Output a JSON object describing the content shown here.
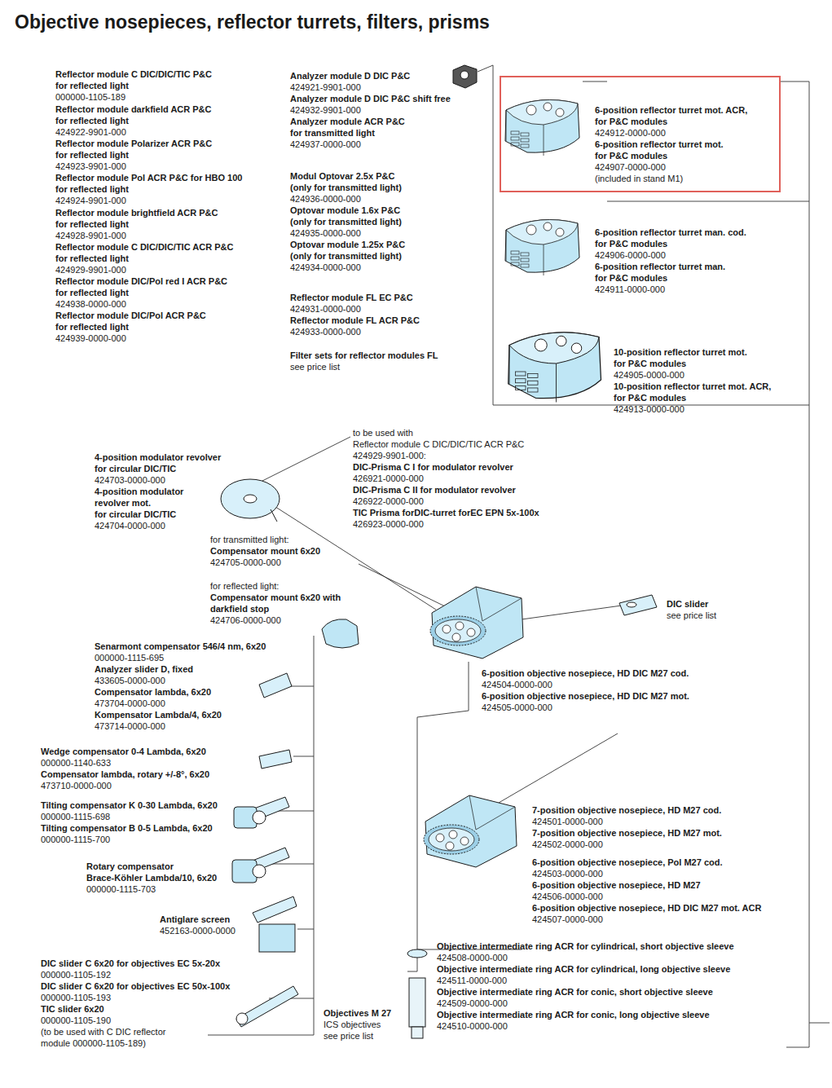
{
  "diagram": {
    "title": "Objective nosepieces, reflector turrets, filters, prisms",
    "nodes": [
      {
        "text": [
          "6-position reflector turret mot. ACR, for P&C modules",
          "424912-0000-000",
          "6-position reflector turret mot. for P&C modules",
          "424907-0000-000",
          "(included in stand M1)"
        ]
      }
    ],
    "labels": [
      "Reflector module C DIC/DIC/TIC P&C for reflected light",
      "000000-1105-189",
      "Reflector module darkfield ACR P&C for reflected light",
      "424922-9901-000",
      "Reflector module Polarizer ACR P&C for reflected light",
      "424923-9901-000",
      "Reflector module Pol ACR P&C for HBO 100 for reflected light",
      "424924-9901-000",
      "Reflector module brightfield ACR P&C for reflected light",
      "424928-9901-000",
      "Reflector module C DIC/DIC/TIC ACR P&C for reflected light",
      "424929-9901-000",
      "Reflector module DIC/Pol red I ACR P&C for reflected light",
      "424938-0000-000",
      "Reflector module DIC/Pol ACR P&C for reflected light",
      "424939-0000-000",
      "Analyzer module D DIC P&C",
      "424921-9901-000",
      "Analyzer module D DIC P&C shift free",
      "424932-9901-000",
      "Analyzer module ACR P&C for transmitted light",
      "424937-0000-000",
      "Modul Optovar 2.5x P&C (only for transmitted light)",
      "424936-0000-000",
      "Optovar module 1.6x P&C (only for transmitted light)",
      "424935-0000-000",
      "Optovar module 1.25x P&C (only for transmitted light)",
      "424934-0000-000",
      "Reflector module FL EC P&C",
      "424931-0000-000",
      "Reflector module FL ACR P&C",
      "424933-0000-000",
      "Filter sets for reflector modules FL",
      "see price list",
      "6-position reflector turret man. cod. for P&C modules",
      "424906-0000-000",
      "6-position reflector turret man. for P&C modules",
      "424911-0000-000",
      "10-position reflector turret mot. for P&C modules",
      "424905-0000-000",
      "10-position reflector turret mot. ACR, for P&C modules",
      "424913-0000-000",
      "4-position modulator revolver for circular DIC/TIC",
      "424703-0000-000",
      "4-position modulator revolver mot. for circular DIC/TIC",
      "424704-0000-000",
      "to be used with",
      "Reflector module C DIC/DIC/TIC ACR P&C",
      "424929-9901-000:",
      "DIC-Prisma C I for modulator revolver",
      "426921-0000-000",
      "DIC-Prisma C II for modulator revolver",
      "426922-0000-000",
      "TIC Prisma forDIC-turret forEC EPN 5x-100x",
      "426923-0000-000",
      "for transmitted light:",
      "Compensator mount 6x20",
      "424705-0000-000",
      "for reflected light:",
      "Compensator mount 6x20 with darkfield stop",
      "424706-0000-000",
      "DIC slider",
      "see price list",
      "6-position objective nosepiece, HD DIC M27 cod.",
      "424504-0000-000",
      "6-position objective nosepiece, HD DIC M27 mot.",
      "424505-0000-000",
      "Senarmont compensator 546/4 nm, 6x20",
      "000000-1115-695",
      "Analyzer slider D, fixed",
      "433605-0000-000",
      "Compensator lambda, 6x20",
      "473704-0000-000",
      "Kompensator Lambda/4, 6x20",
      "473714-0000-000",
      "Wedge compensator 0-4 Lambda, 6x20",
      "000000-1140-633",
      "Compensator lambda, rotary +/-8°, 6x20",
      "473710-0000-000",
      "Tilting compensator K 0-30 Lambda, 6x20",
      "000000-1115-698",
      "Tilting compensator B 0-5 Lambda, 6x20",
      "000000-1115-700",
      "Rotary compensator Brace-Köhler Lambda/10, 6x20",
      "000000-1115-703",
      "Antiglare screen",
      "452163-0000-0000",
      "DIC slider C 6x20 for objectives EC 5x-20x",
      "000000-1105-192",
      "DIC slider C 6x20 for objectives EC 50x-100x",
      "000000-1105-193",
      "TIC slider 6x20",
      "000000-1105-190",
      "(to be used with C DIC reflector module 000000-1105-189)",
      "Objectives M 27",
      "ICS objectives",
      "see price list",
      "7-position objective nosepiece, HD M27 cod.",
      "424501-0000-000",
      "7-position objective nosepiece, HD M27 mot.",
      "424502-0000-000",
      "6-position objective nosepiece, Pol M27 cod.",
      "424503-0000-000",
      "6-position objective nosepiece, HD M27",
      "424506-0000-000",
      "6-position objective nosepiece, HD DIC M27 mot. ACR",
      "424507-0000-000",
      "Objective intermediate ring ACR for cylindrical, short objective sleeve",
      "424508-0000-000",
      "Objective intermediate ring ACR for cylindrical, long objective sleeve",
      "424511-0000-000",
      "Objective intermediate ring ACR for conic, short objective sleeve",
      "424509-0000-000",
      "Objective intermediate ring ACR for conic, long objective sleeve",
      "424510-0000-000"
    ]
  }
}
